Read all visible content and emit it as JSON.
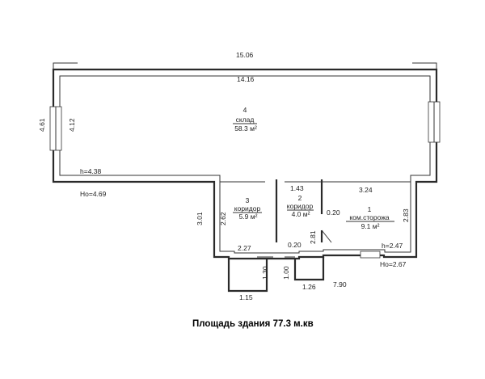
{
  "building_area_caption": "Площадь здания 77.3 м.кв",
  "rooms": [
    {
      "number": "4",
      "name": "склад",
      "area": "58.3 м²"
    },
    {
      "number": "3",
      "name": "коридор",
      "area": "5.9 м²"
    },
    {
      "number": "2",
      "name": "коридор",
      "area": "4.0 м²"
    },
    {
      "number": "1",
      "name": "ком.сторожа",
      "area": "9.1 м²"
    }
  ],
  "dimensions": {
    "outer_top_width": "15.06",
    "inner_top_width": "14.16",
    "left_outer_height": "4.61",
    "left_inner_height": "4.12",
    "room4_ceiling_height": "h=4.38",
    "outer_height_left": "Ho=4.69",
    "room2_width": "1.43",
    "room1_width": "3.24",
    "room3_outer_height": "3.01",
    "room3_inner_height": "2.62",
    "room1_inner_height": "2.83",
    "partition_thickness_top": "0.20",
    "room2_inner_height": "2.81",
    "room3_width": "2.27",
    "partition_thickness_bottom": "0.20",
    "vestibule_left_depth": "1.30",
    "vestibule_right_depth": "1.00",
    "vestibule_left_width": "1.15",
    "vestibule_right_width": "1.26",
    "vestibule_right_outer": "7.90",
    "room1_ceiling_height": "h=2.47",
    "outer_height_right": "Ho=2.67"
  }
}
